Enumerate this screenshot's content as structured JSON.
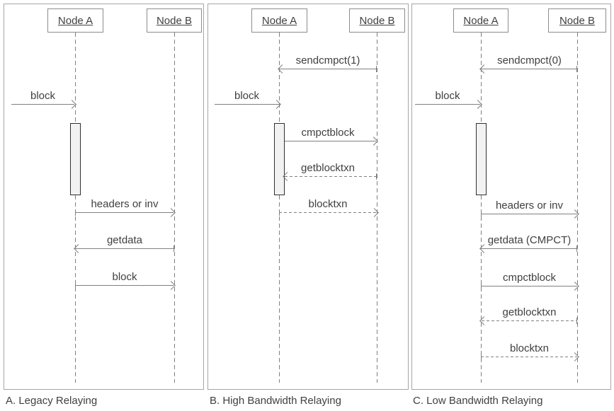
{
  "colors": {
    "line": "#808080",
    "text": "#404040",
    "panel_border": "#a6a6a6",
    "box_border": "#8c8c8c",
    "bar_fill": "#f2f2f2",
    "bar_border": "#303030"
  },
  "panels": [
    {
      "caption": "A. Legacy Relaying",
      "node_a": "Node A",
      "node_b": "Node B",
      "messages": [
        {
          "label": "block",
          "from": "external",
          "to": "A",
          "style": "solid"
        },
        {
          "label": "headers or inv",
          "from": "A",
          "to": "B",
          "style": "solid"
        },
        {
          "label": "getdata",
          "from": "B",
          "to": "A",
          "style": "solid"
        },
        {
          "label": "block",
          "from": "A",
          "to": "B",
          "style": "solid"
        }
      ]
    },
    {
      "caption": "B. High Bandwidth Relaying",
      "node_a": "Node A",
      "node_b": "Node B",
      "messages": [
        {
          "label": "sendcmpct(1)",
          "from": "B",
          "to": "A",
          "style": "solid"
        },
        {
          "label": "block",
          "from": "external",
          "to": "A",
          "style": "solid"
        },
        {
          "label": "cmpctblock",
          "from": "A",
          "to": "B",
          "style": "solid"
        },
        {
          "label": "getblocktxn",
          "from": "B",
          "to": "A",
          "style": "dashed"
        },
        {
          "label": "blocktxn",
          "from": "A",
          "to": "B",
          "style": "dashed"
        }
      ]
    },
    {
      "caption": "C. Low Bandwidth Relaying",
      "node_a": "Node A",
      "node_b": "Node B",
      "messages": [
        {
          "label": "sendcmpct(0)",
          "from": "B",
          "to": "A",
          "style": "solid"
        },
        {
          "label": "block",
          "from": "external",
          "to": "A",
          "style": "solid"
        },
        {
          "label": "headers or inv",
          "from": "A",
          "to": "B",
          "style": "solid"
        },
        {
          "label": "getdata (CMPCT)",
          "from": "B",
          "to": "A",
          "style": "solid"
        },
        {
          "label": "cmpctblock",
          "from": "A",
          "to": "B",
          "style": "solid"
        },
        {
          "label": "getblocktxn",
          "from": "B",
          "to": "A",
          "style": "dashed"
        },
        {
          "label": "blocktxn",
          "from": "A",
          "to": "B",
          "style": "dashed"
        }
      ]
    }
  ]
}
